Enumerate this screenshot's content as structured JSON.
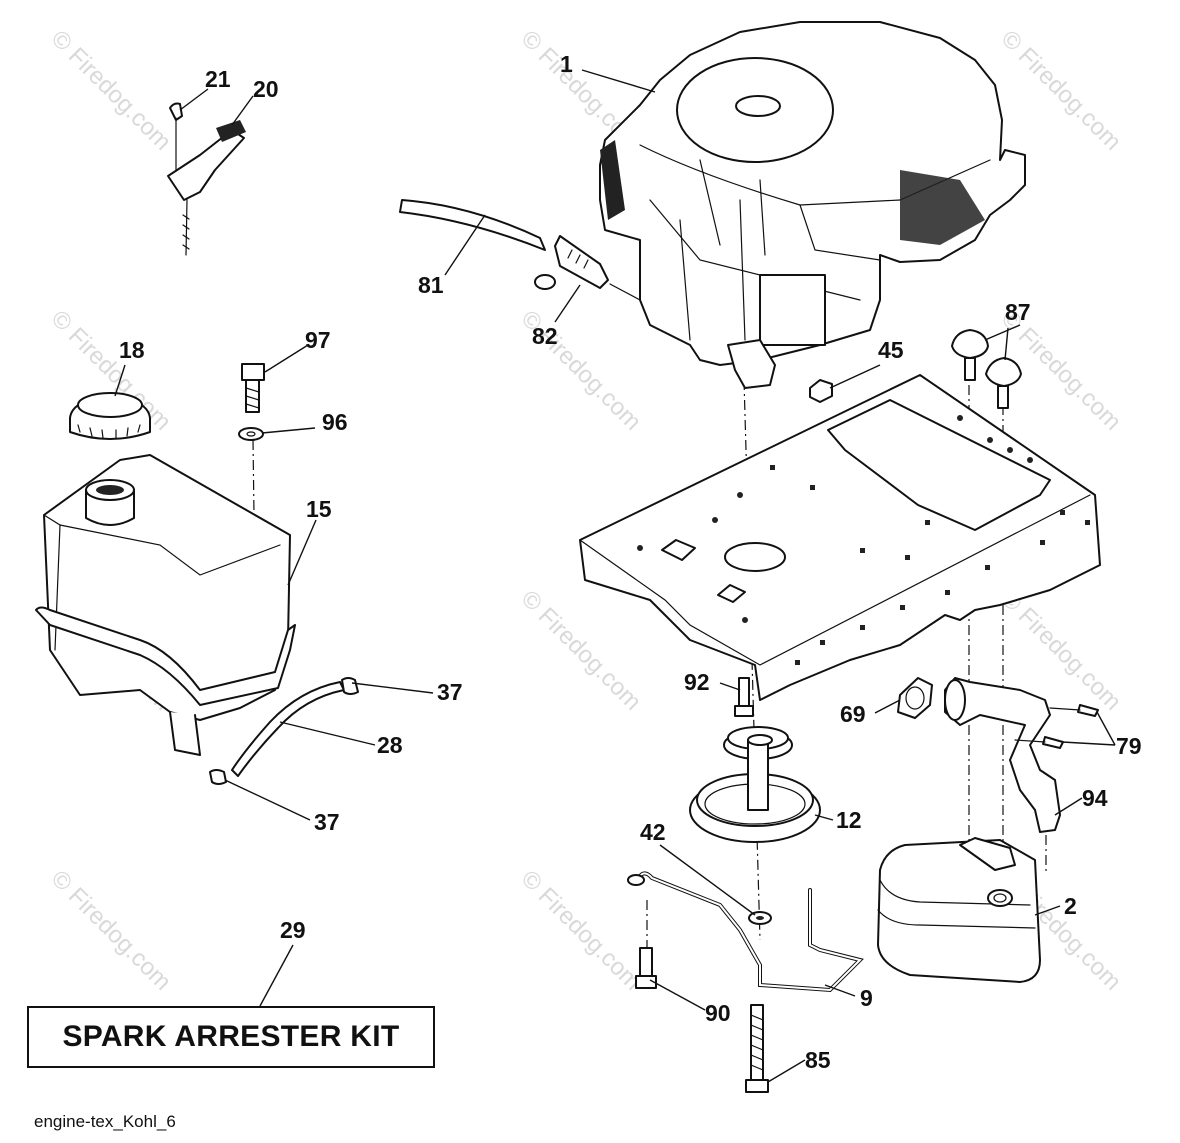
{
  "diagram": {
    "callouts": {
      "c1": "1",
      "c2": "2",
      "c9": "9",
      "c12": "12",
      "c15": "15",
      "c18": "18",
      "c20": "20",
      "c21": "21",
      "c28": "28",
      "c29": "29",
      "c37a": "37",
      "c37b": "37",
      "c42": "42",
      "c45": "45",
      "c69": "69",
      "c79": "79",
      "c81": "81",
      "c82": "82",
      "c85": "85",
      "c87": "87",
      "c90": "90",
      "c92": "92",
      "c94": "94",
      "c96": "96",
      "c97": "97"
    },
    "kit_label": "SPARK ARRESTER KIT",
    "caption": "engine-tex_Kohl_6",
    "watermark": "© Firedog.com"
  }
}
